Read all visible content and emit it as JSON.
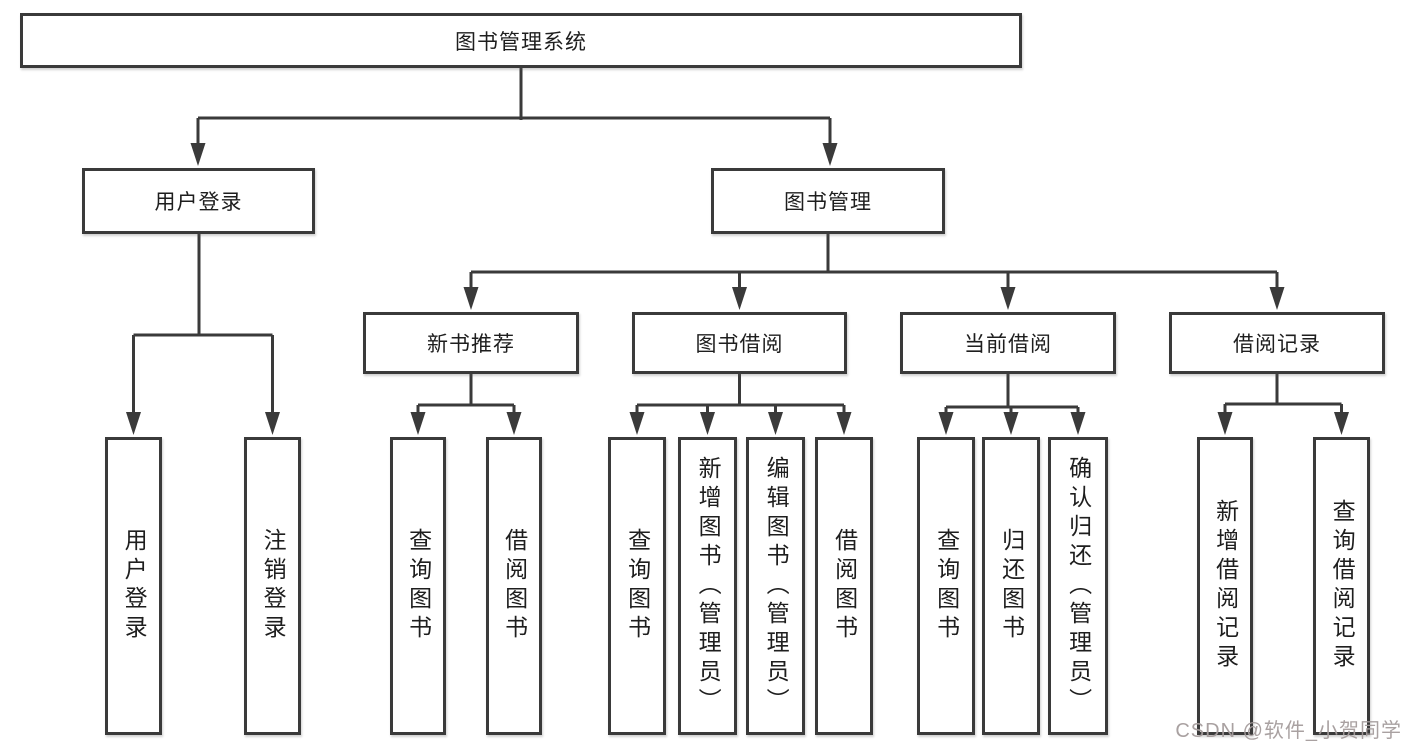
{
  "diagram_title": "图书管理系统",
  "tree": {
    "label": "图书管理系统",
    "children": [
      {
        "label": "用户登录",
        "children": [
          {
            "label": "用户登录"
          },
          {
            "label": "注销登录"
          }
        ]
      },
      {
        "label": "图书管理",
        "children": [
          {
            "label": "新书推荐",
            "children": [
              {
                "label": "查询图书"
              },
              {
                "label": "借阅图书"
              }
            ]
          },
          {
            "label": "图书借阅",
            "children": [
              {
                "label": "查询图书"
              },
              {
                "label": "新增图书（管理员）"
              },
              {
                "label": "编辑图书（管理员）"
              },
              {
                "label": "借阅图书"
              }
            ]
          },
          {
            "label": "当前借阅",
            "children": [
              {
                "label": "查询图书"
              },
              {
                "label": "归还图书"
              },
              {
                "label": "确认归还（管理员）"
              }
            ]
          },
          {
            "label": "借阅记录",
            "children": [
              {
                "label": "新增借阅记录"
              },
              {
                "label": "查询借阅记录"
              }
            ]
          }
        ]
      }
    ]
  },
  "watermark": "CSDN @软件_小贺同学",
  "colors": {
    "line": "#3a3a3a",
    "box_border": "#3a3a3a",
    "text": "#1e1e1e",
    "watermark": "#a49c9c",
    "background": "#ffffff"
  }
}
